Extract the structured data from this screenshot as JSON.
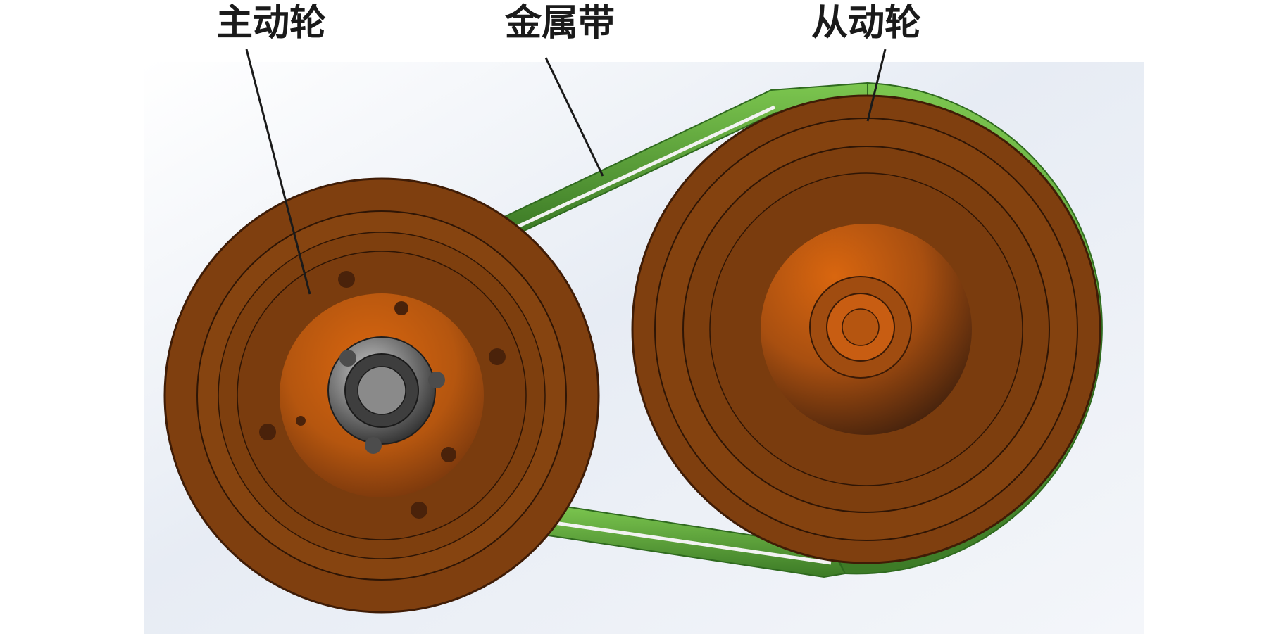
{
  "labels": {
    "driving_pulley": "主动轮",
    "metal_belt": "金属带",
    "driven_pulley": "从动轮"
  },
  "colors": {
    "pulley_face": "#7f3f0f",
    "pulley_highlight": "#c8600f",
    "pulley_dark": "#4a220a",
    "belt_green": "#5aa83a",
    "belt_dark": "#3c7a26",
    "hub_gray": "#5a5a5a",
    "background_tint": "#dde5f0"
  }
}
